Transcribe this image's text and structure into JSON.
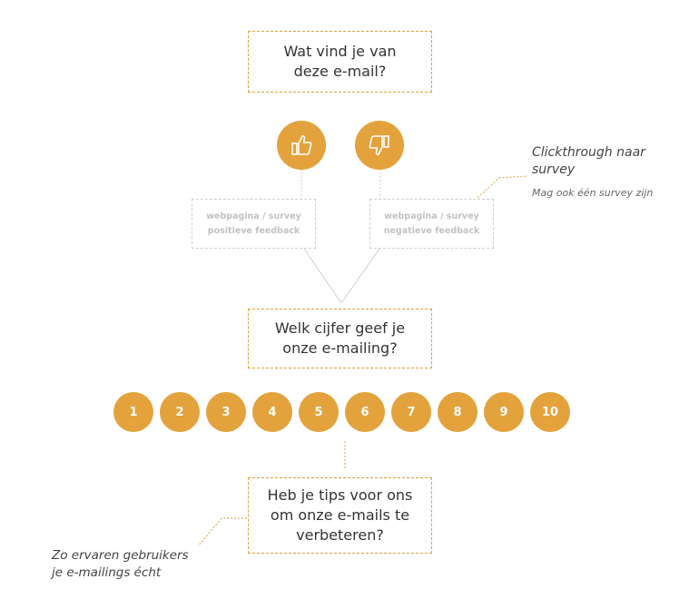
{
  "q1": {
    "line1": "Wat vind je van",
    "line2": "deze e-mail?"
  },
  "thumb_up": {
    "icon": "thumbs-up-icon"
  },
  "thumb_down": {
    "icon": "thumbs-down-icon"
  },
  "page_positive": {
    "line1": "webpagina / survey",
    "line2": "positieve feedback"
  },
  "page_negative": {
    "line1": "webpagina / survey",
    "line2": "negatieve feedback"
  },
  "note_survey": {
    "line1": "Clickthrough naar",
    "line2": "survey",
    "sub": "Mag ook één survey zijn"
  },
  "q2": {
    "line1": "Welk cijfer geef je",
    "line2": "onze e-mailing?"
  },
  "ratings": [
    "1",
    "2",
    "3",
    "4",
    "5",
    "6",
    "7",
    "8",
    "9",
    "10"
  ],
  "q3": {
    "line1": "Heb je tips voor ons",
    "line2": "om onze e-mails te",
    "line3": "verbeteren?"
  },
  "note_users": {
    "line1": "Zo ervaren gebruikers",
    "line2": "je e-mailings écht"
  },
  "colors": {
    "accent": "#e3a23b",
    "dashed_grey": "#cfcfcf"
  }
}
